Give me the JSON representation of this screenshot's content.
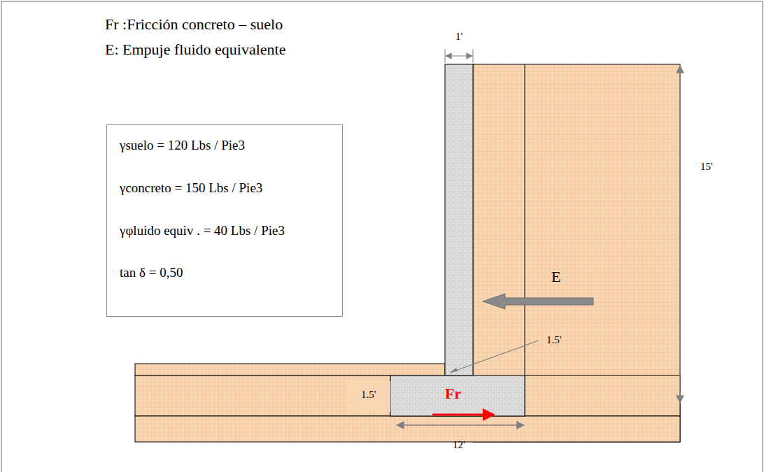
{
  "diagram": {
    "nodes": [
      {
        "text": [
          "γsuelo = 120 Lbs / Pie3",
          "γconcreto = 150 Lbs / Pie3",
          "γφluido equiv . = 40 Lbs / Pie3",
          "tan δ = 0,50"
        ]
      }
    ],
    "labels": [
      "Fr :Fricción concreto – suelo",
      "E: Empuje fluido equivalente",
      "1'",
      "15'",
      "E",
      "1.5'",
      "1.5'",
      "Fr",
      "12'"
    ]
  }
}
